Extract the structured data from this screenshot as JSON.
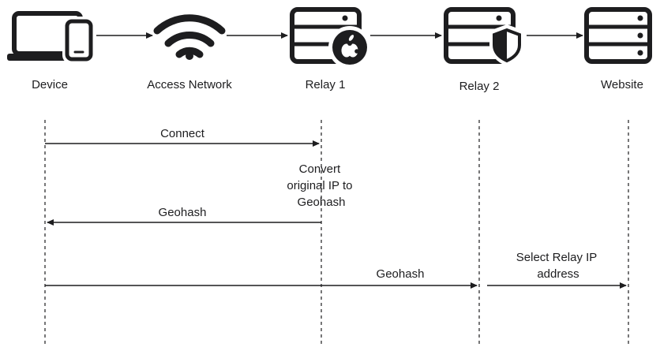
{
  "actors": {
    "device": "Device",
    "access_network": "Access Network",
    "relay1": "Relay 1",
    "relay2": "Relay 2",
    "website": "Website"
  },
  "messages": {
    "connect": "Connect",
    "convert": [
      "Convert",
      "original IP to",
      "Geohash"
    ],
    "geohash_return": "Geohash",
    "geohash_forward": "Geohash",
    "select": [
      "Select Relay IP",
      "address"
    ]
  },
  "icons": {
    "device": "laptop-and-phone-icon",
    "access_network": "wifi-icon",
    "relay1": "server-with-apple-badge-icon",
    "relay2": "server-with-shield-badge-icon",
    "website": "server-icon"
  },
  "colors": {
    "ink": "#1d1d1f",
    "background": "#ffffff"
  }
}
